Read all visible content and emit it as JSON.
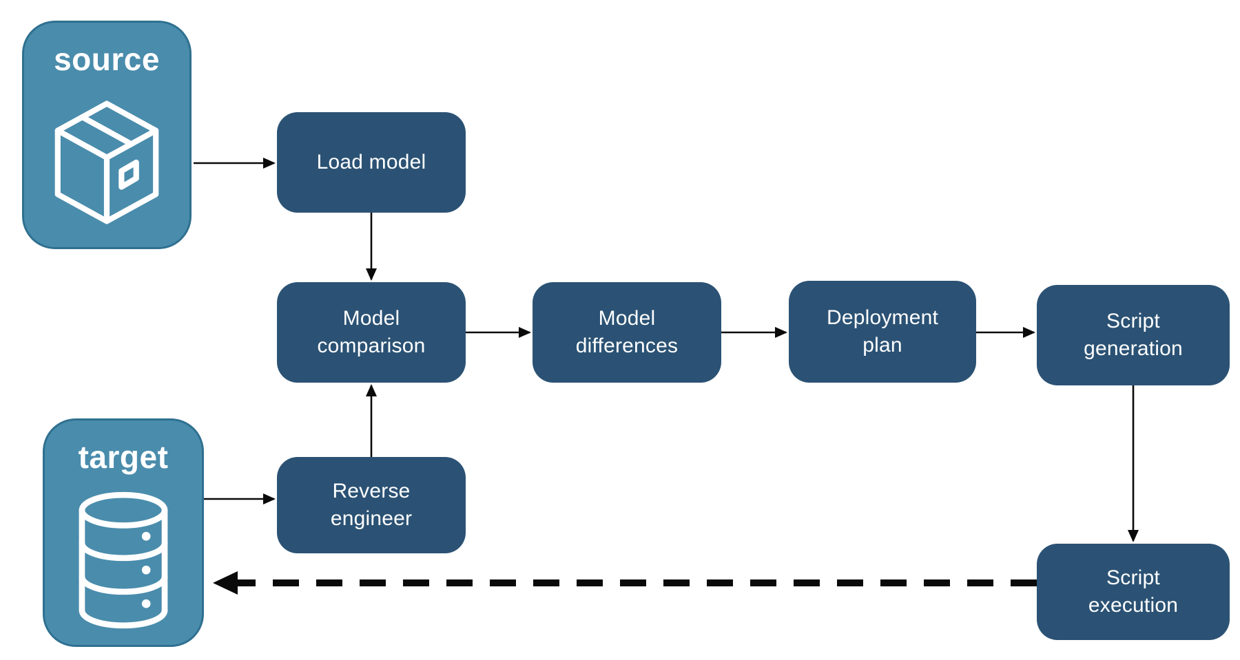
{
  "diagram": {
    "title": "schema compare workflow",
    "endpoints": [
      {
        "id": "source",
        "label": "source",
        "icon": "package-icon"
      },
      {
        "id": "target",
        "label": "target",
        "icon": "database-icon"
      }
    ],
    "nodes": [
      {
        "id": "load-model",
        "label": "Load model"
      },
      {
        "id": "model-comparison",
        "label": "Model\ncomparison"
      },
      {
        "id": "model-differences",
        "label": "Model\ndifferences"
      },
      {
        "id": "deployment-plan",
        "label": "Deployment\nplan"
      },
      {
        "id": "script-generation",
        "label": "Script\ngeneration"
      },
      {
        "id": "reverse-engineer",
        "label": "Reverse\nengineer"
      },
      {
        "id": "script-execution",
        "label": "Script\nexecution"
      }
    ],
    "edges": [
      {
        "from": "source",
        "to": "load-model",
        "style": "solid"
      },
      {
        "from": "load-model",
        "to": "model-comparison",
        "style": "solid"
      },
      {
        "from": "model-comparison",
        "to": "model-differences",
        "style": "solid"
      },
      {
        "from": "model-differences",
        "to": "deployment-plan",
        "style": "solid"
      },
      {
        "from": "deployment-plan",
        "to": "script-generation",
        "style": "solid"
      },
      {
        "from": "script-generation",
        "to": "script-execution",
        "style": "solid"
      },
      {
        "from": "target",
        "to": "reverse-engineer",
        "style": "solid"
      },
      {
        "from": "reverse-engineer",
        "to": "model-comparison",
        "style": "solid"
      },
      {
        "from": "script-execution",
        "to": "target",
        "style": "dashed"
      }
    ],
    "colors": {
      "background": "#ffffff",
      "node_fill": "#2B5274",
      "container_fill": "#4A8CAC",
      "container_border": "#2F7090",
      "arrow": "#0a0a0a",
      "text": "#ffffff"
    }
  }
}
